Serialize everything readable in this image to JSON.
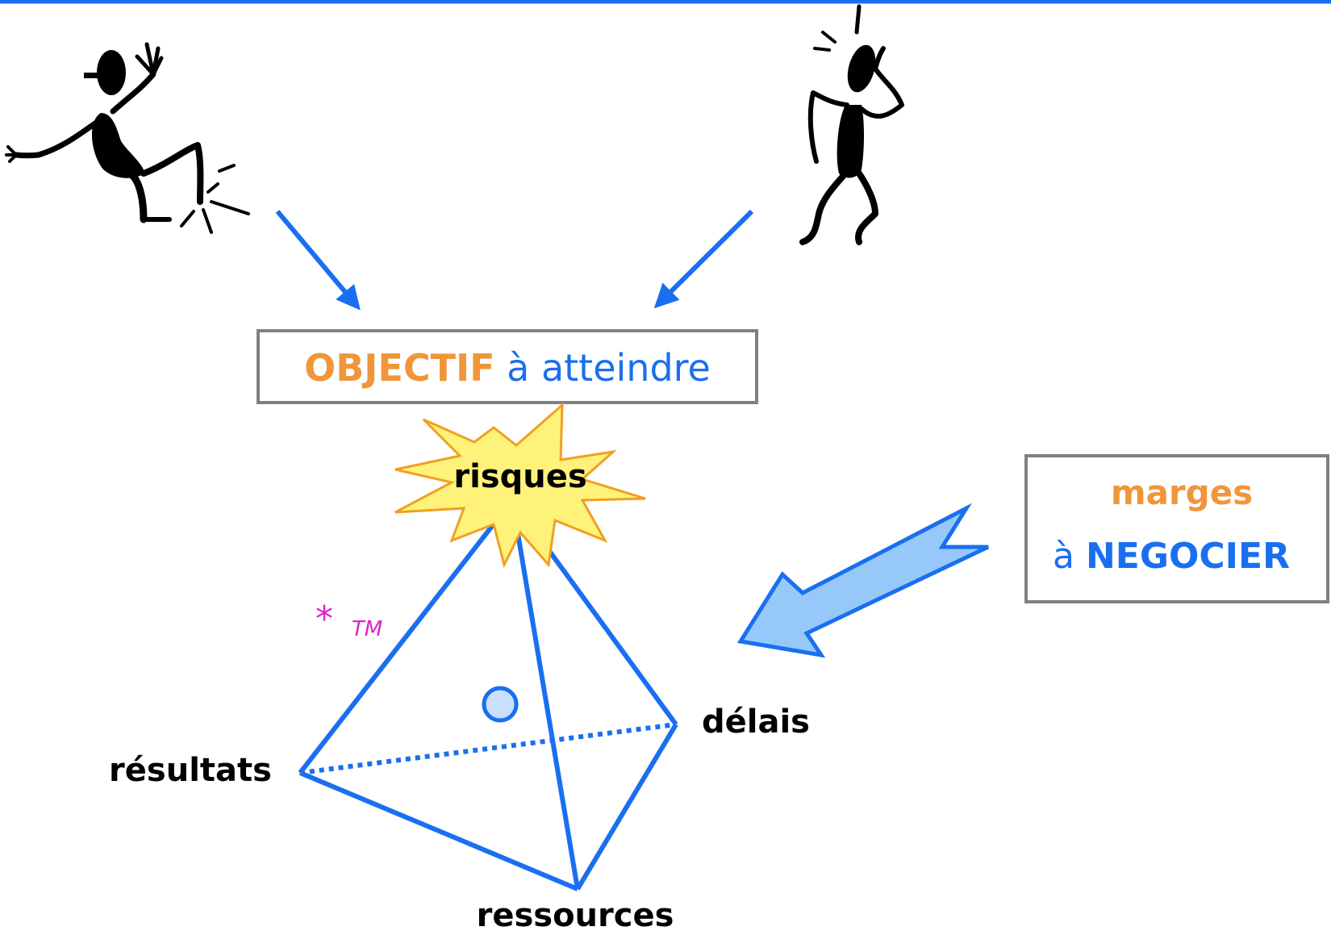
{
  "colors": {
    "blue": "#1a6ff0",
    "orange": "#f0963a",
    "black": "#000000",
    "magenta": "#e020c8",
    "grey_border": "#808080",
    "star_fill": "#fff27a",
    "star_stroke": "#f0a020",
    "big_arrow_fill": "#96c8fa",
    "node_fill": "#c8e0fb"
  },
  "icons": {
    "left_figure": "jumping-stick-figure-icon",
    "right_figure": "puzzled-stick-figure-icon"
  },
  "objective": {
    "highlight": "OBJECTIF",
    "rest": "à atteindre"
  },
  "risk_label": "risques",
  "margins": {
    "line1": "marges",
    "prefix": "à",
    "emphasis": "NEGOCIER"
  },
  "pyramid": {
    "base_left": "résultats",
    "base_right": "délais",
    "base_front": "ressources"
  },
  "annotation": {
    "star": "*",
    "tm": "TM"
  }
}
